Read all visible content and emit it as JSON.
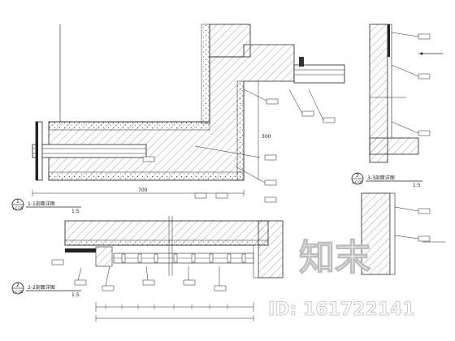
{
  "drawing": {
    "details": [
      {
        "number": "1",
        "ref": "1-C-05",
        "title": "1-1剖面详图",
        "scale": "1:5"
      },
      {
        "number": "2",
        "ref": "1-C-05",
        "title": "2-2剖面详图",
        "scale": "1:5"
      },
      {
        "number": "3",
        "ref": "1-C-05",
        "title": "3-3剖面详图",
        "scale": "1:5"
      }
    ],
    "watermark": {
      "brand": "知末",
      "id": "ID: 161722141"
    },
    "colors": {
      "line": "#222222",
      "hatch": "#555555",
      "paper": "#ffffff",
      "watermark": "#bdbdbd"
    }
  }
}
